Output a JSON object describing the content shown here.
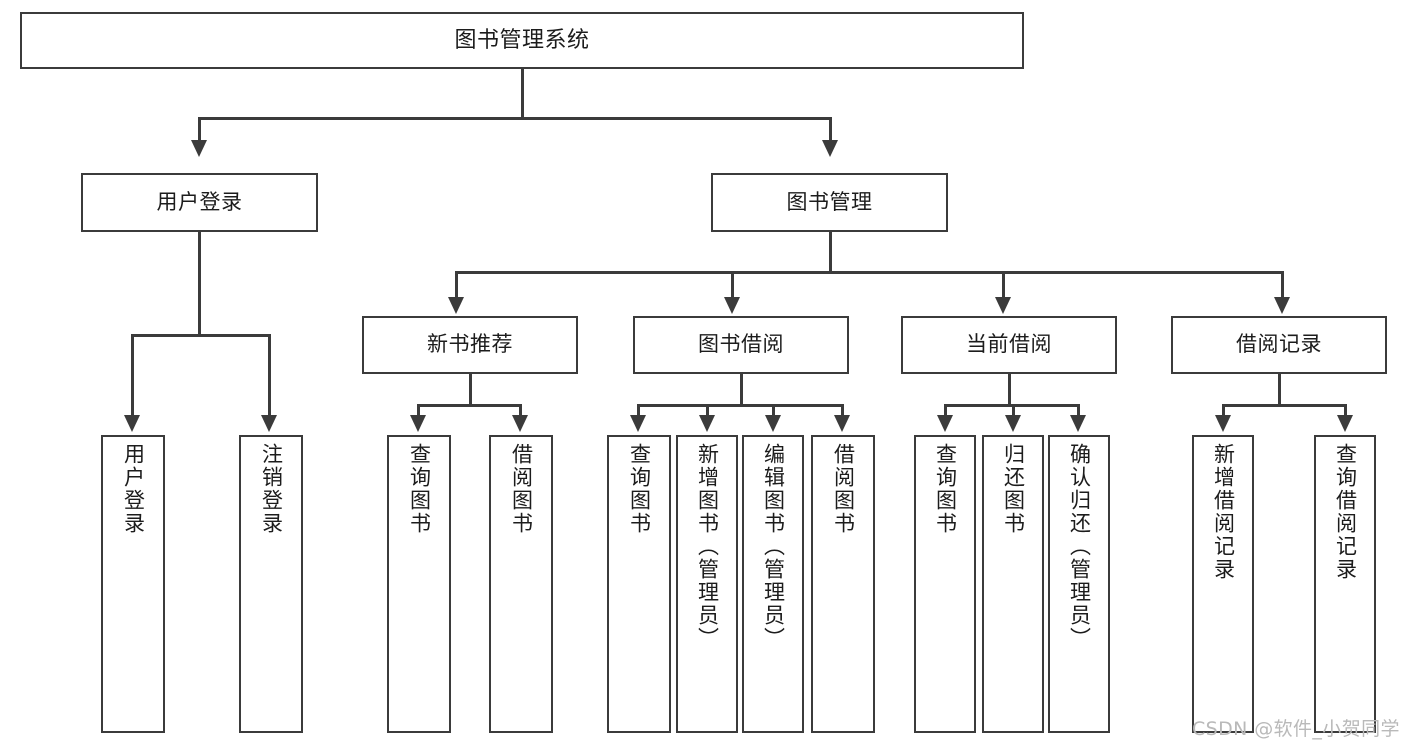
{
  "diagram": {
    "title": "图书管理系统",
    "type": "tree-hierarchy",
    "watermark": "CSDN @软件_小贺同学",
    "colors": {
      "stroke": "#3b3b3b",
      "fill": "#ffffff",
      "text": "#1c1c1c",
      "watermark": "#b9b9b9"
    },
    "root": {
      "label": "图书管理系统"
    },
    "level1": [
      {
        "id": "user-login",
        "label": "用户登录"
      },
      {
        "id": "book-manage",
        "label": "图书管理"
      }
    ],
    "level2": [
      {
        "id": "new-book-rec",
        "label": "新书推荐"
      },
      {
        "id": "book-borrow",
        "label": "图书借阅"
      },
      {
        "id": "current-borrow",
        "label": "当前借阅"
      },
      {
        "id": "borrow-record",
        "label": "借阅记录"
      }
    ],
    "leaves": {
      "user_login": [
        {
          "id": "leaf-user-login",
          "label": "用户登录"
        },
        {
          "id": "leaf-logout",
          "label": "注销登录"
        }
      ],
      "new_book_rec": [
        {
          "id": "leaf-query-book-1",
          "label": "查询图书"
        },
        {
          "id": "leaf-borrow-book-1",
          "label": "借阅图书"
        }
      ],
      "book_borrow": [
        {
          "id": "leaf-query-book-2",
          "label": "查询图书"
        },
        {
          "id": "leaf-add-book",
          "label": "新增图书（管理员）"
        },
        {
          "id": "leaf-edit-book",
          "label": "编辑图书（管理员）"
        },
        {
          "id": "leaf-borrow-book-2",
          "label": "借阅图书"
        }
      ],
      "current_borrow": [
        {
          "id": "leaf-query-book-3",
          "label": "查询图书"
        },
        {
          "id": "leaf-return-book",
          "label": "归还图书"
        },
        {
          "id": "leaf-confirm-return",
          "label": "确认归还（管理员）"
        }
      ],
      "borrow_record": [
        {
          "id": "leaf-add-record",
          "label": "新增借阅记录"
        },
        {
          "id": "leaf-query-record",
          "label": "查询借阅记录"
        }
      ]
    }
  }
}
